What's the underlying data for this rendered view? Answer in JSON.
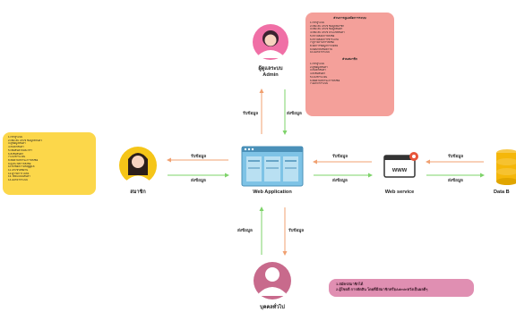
{
  "nodes": {
    "admin": {
      "title": "ผู้ดูแลระบบ",
      "subtitle": "Admin"
    },
    "member": {
      "title": "สมาชิก"
    },
    "webapp": {
      "title": "Web Application"
    },
    "webservice": {
      "title": "Web service"
    },
    "database": {
      "title": "Data B"
    },
    "guest": {
      "title": "บุคคลทั่วไป"
    }
  },
  "edge_labels": {
    "send": "ส่งข้อมูล",
    "receive": "รับข้อมูล"
  },
  "notes": {
    "admin": {
      "title": "ส่วนการดูแลจัดการระบบ",
      "lines": [
        "1.เข้าสู่ระบบ",
        "2.เพิ่ม ลบ แก้ไข ข้อมูลสมาชิก",
        "3.เพิ่ม ลบ แก้ไข ข้อมูลสินค้า",
        "4.เพิ่ม ลบ แก้ไข ประเภทสินค้า",
        "5.ตรวจสอบการสั่งซื้อ",
        "6.ตรวจสอบการชำระเงิน",
        "7.ดูรายงานการสั่งซื้อ",
        "8.จัดการข้อมูลการจัดส่ง",
        "9.ตอบกลับข้อความ",
        "10.ออกจากระบบ"
      ],
      "subtitle2": "ส่วนสมาชิก",
      "lines2": [
        "1.เข้าสู่ระบบ",
        "2.ดูข้อมูลสินค้า",
        "3.ค้นหาสินค้า",
        "4.สั่งซื้อสินค้า",
        "5.แจ้งชำระเงิน",
        "6.ติดตามสถานะการสั่งซื้อ",
        "7.ออกจากระบบ"
      ]
    },
    "member": {
      "lines": [
        "1.เข้าสู่ระบบ",
        "2.เพิ่ม ลบ แก้ไข ข้อมูลส่วนตัว",
        "3.ดูข้อมูลสินค้า",
        "4.ค้นหาสินค้า",
        "5.เพิ่มสินค้าลงตะกร้า",
        "6.สั่งซื้อสินค้า",
        "7.แจ้งชำระเงิน",
        "8.ติดตามสถานะการสั่งซื้อ",
        "9.ดูประวัติการสั่งซื้อ",
        "10.ส่งข้อความถึงผู้ดูแล",
        "11.แก้ไขรหัสผ่าน",
        "12.ดูรายการโปรด",
        "13.ให้คะแนนสินค้า",
        "14.ออกจากระบบ"
      ]
    },
    "guest": {
      "lines": [
        "1.สมัครสมาชิกได้",
        "2.ผู้ใชดดี การตัดสิน โดยที่มีสมาชิกหรือAdminหวังเป็นผลดีๆ"
      ]
    }
  },
  "colors": {
    "send_arrow": "#7ed36a",
    "receive_arrow": "#f0a070",
    "admin_note": "#f4a09a",
    "member_note": "#fcd74a",
    "guest_note": "#e08fb2",
    "admin_avatar": "#f06fa6",
    "member_avatar": "#f5c518",
    "guest_avatar": "#c86a8c",
    "webapp_window": "#7ec3e6",
    "database": "#f5b70a"
  },
  "icons": [
    "admin-avatar-icon",
    "member-avatar-icon",
    "guest-avatar-icon",
    "browser-window-icon",
    "web-service-icon",
    "database-icon"
  ]
}
